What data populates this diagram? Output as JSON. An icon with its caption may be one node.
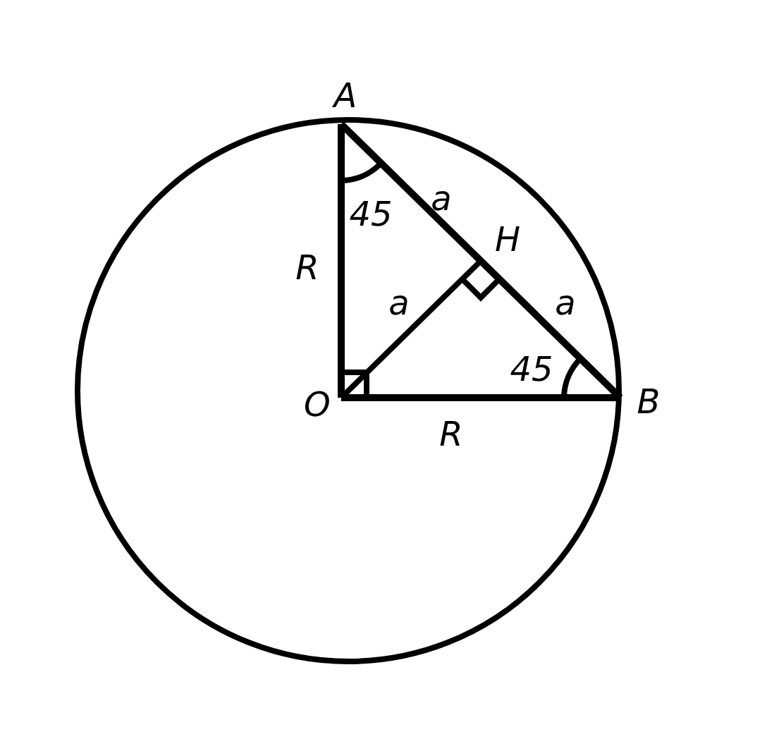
{
  "diagram": {
    "labels": [
      "A",
      "a",
      "45",
      "H",
      "R",
      "a",
      "a",
      "45",
      "O",
      "B",
      "R"
    ]
  }
}
